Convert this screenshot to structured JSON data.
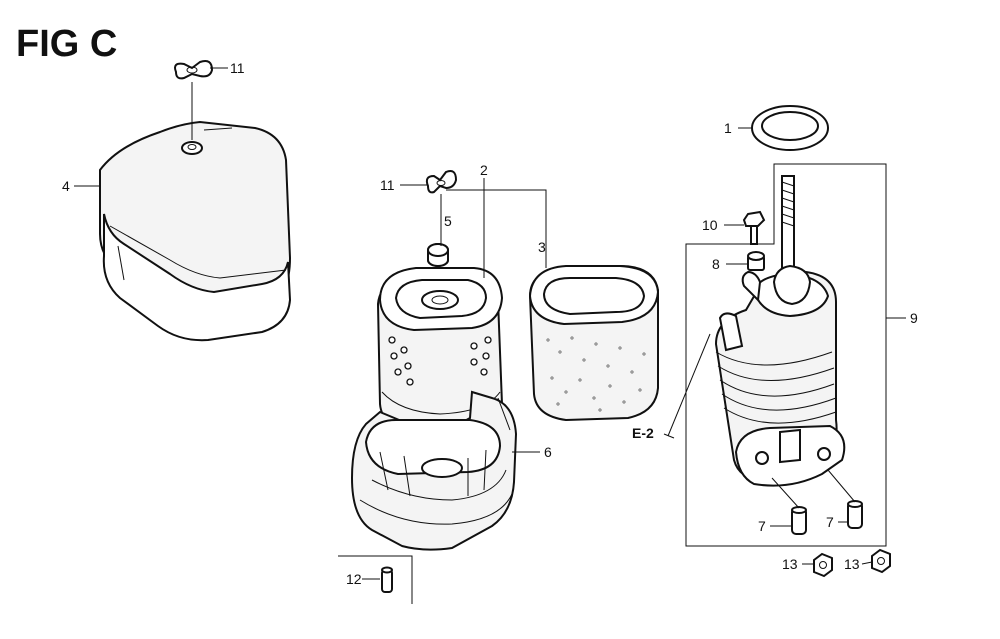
{
  "figure": {
    "title": "FIG C",
    "ref_label": "E-2"
  },
  "callouts": [
    {
      "id": "c11a",
      "text": "11"
    },
    {
      "id": "c4",
      "text": "4"
    },
    {
      "id": "c11b",
      "text": "11"
    },
    {
      "id": "c2",
      "text": "2"
    },
    {
      "id": "c5",
      "text": "5"
    },
    {
      "id": "c3",
      "text": "3"
    },
    {
      "id": "c6",
      "text": "6"
    },
    {
      "id": "c12",
      "text": "12"
    },
    {
      "id": "c1",
      "text": "1"
    },
    {
      "id": "c10",
      "text": "10"
    },
    {
      "id": "c8",
      "text": "8"
    },
    {
      "id": "c9",
      "text": "9"
    },
    {
      "id": "c7a",
      "text": "7"
    },
    {
      "id": "c7b",
      "text": "7"
    },
    {
      "id": "c13a",
      "text": "13"
    },
    {
      "id": "c13b",
      "text": "13"
    }
  ]
}
